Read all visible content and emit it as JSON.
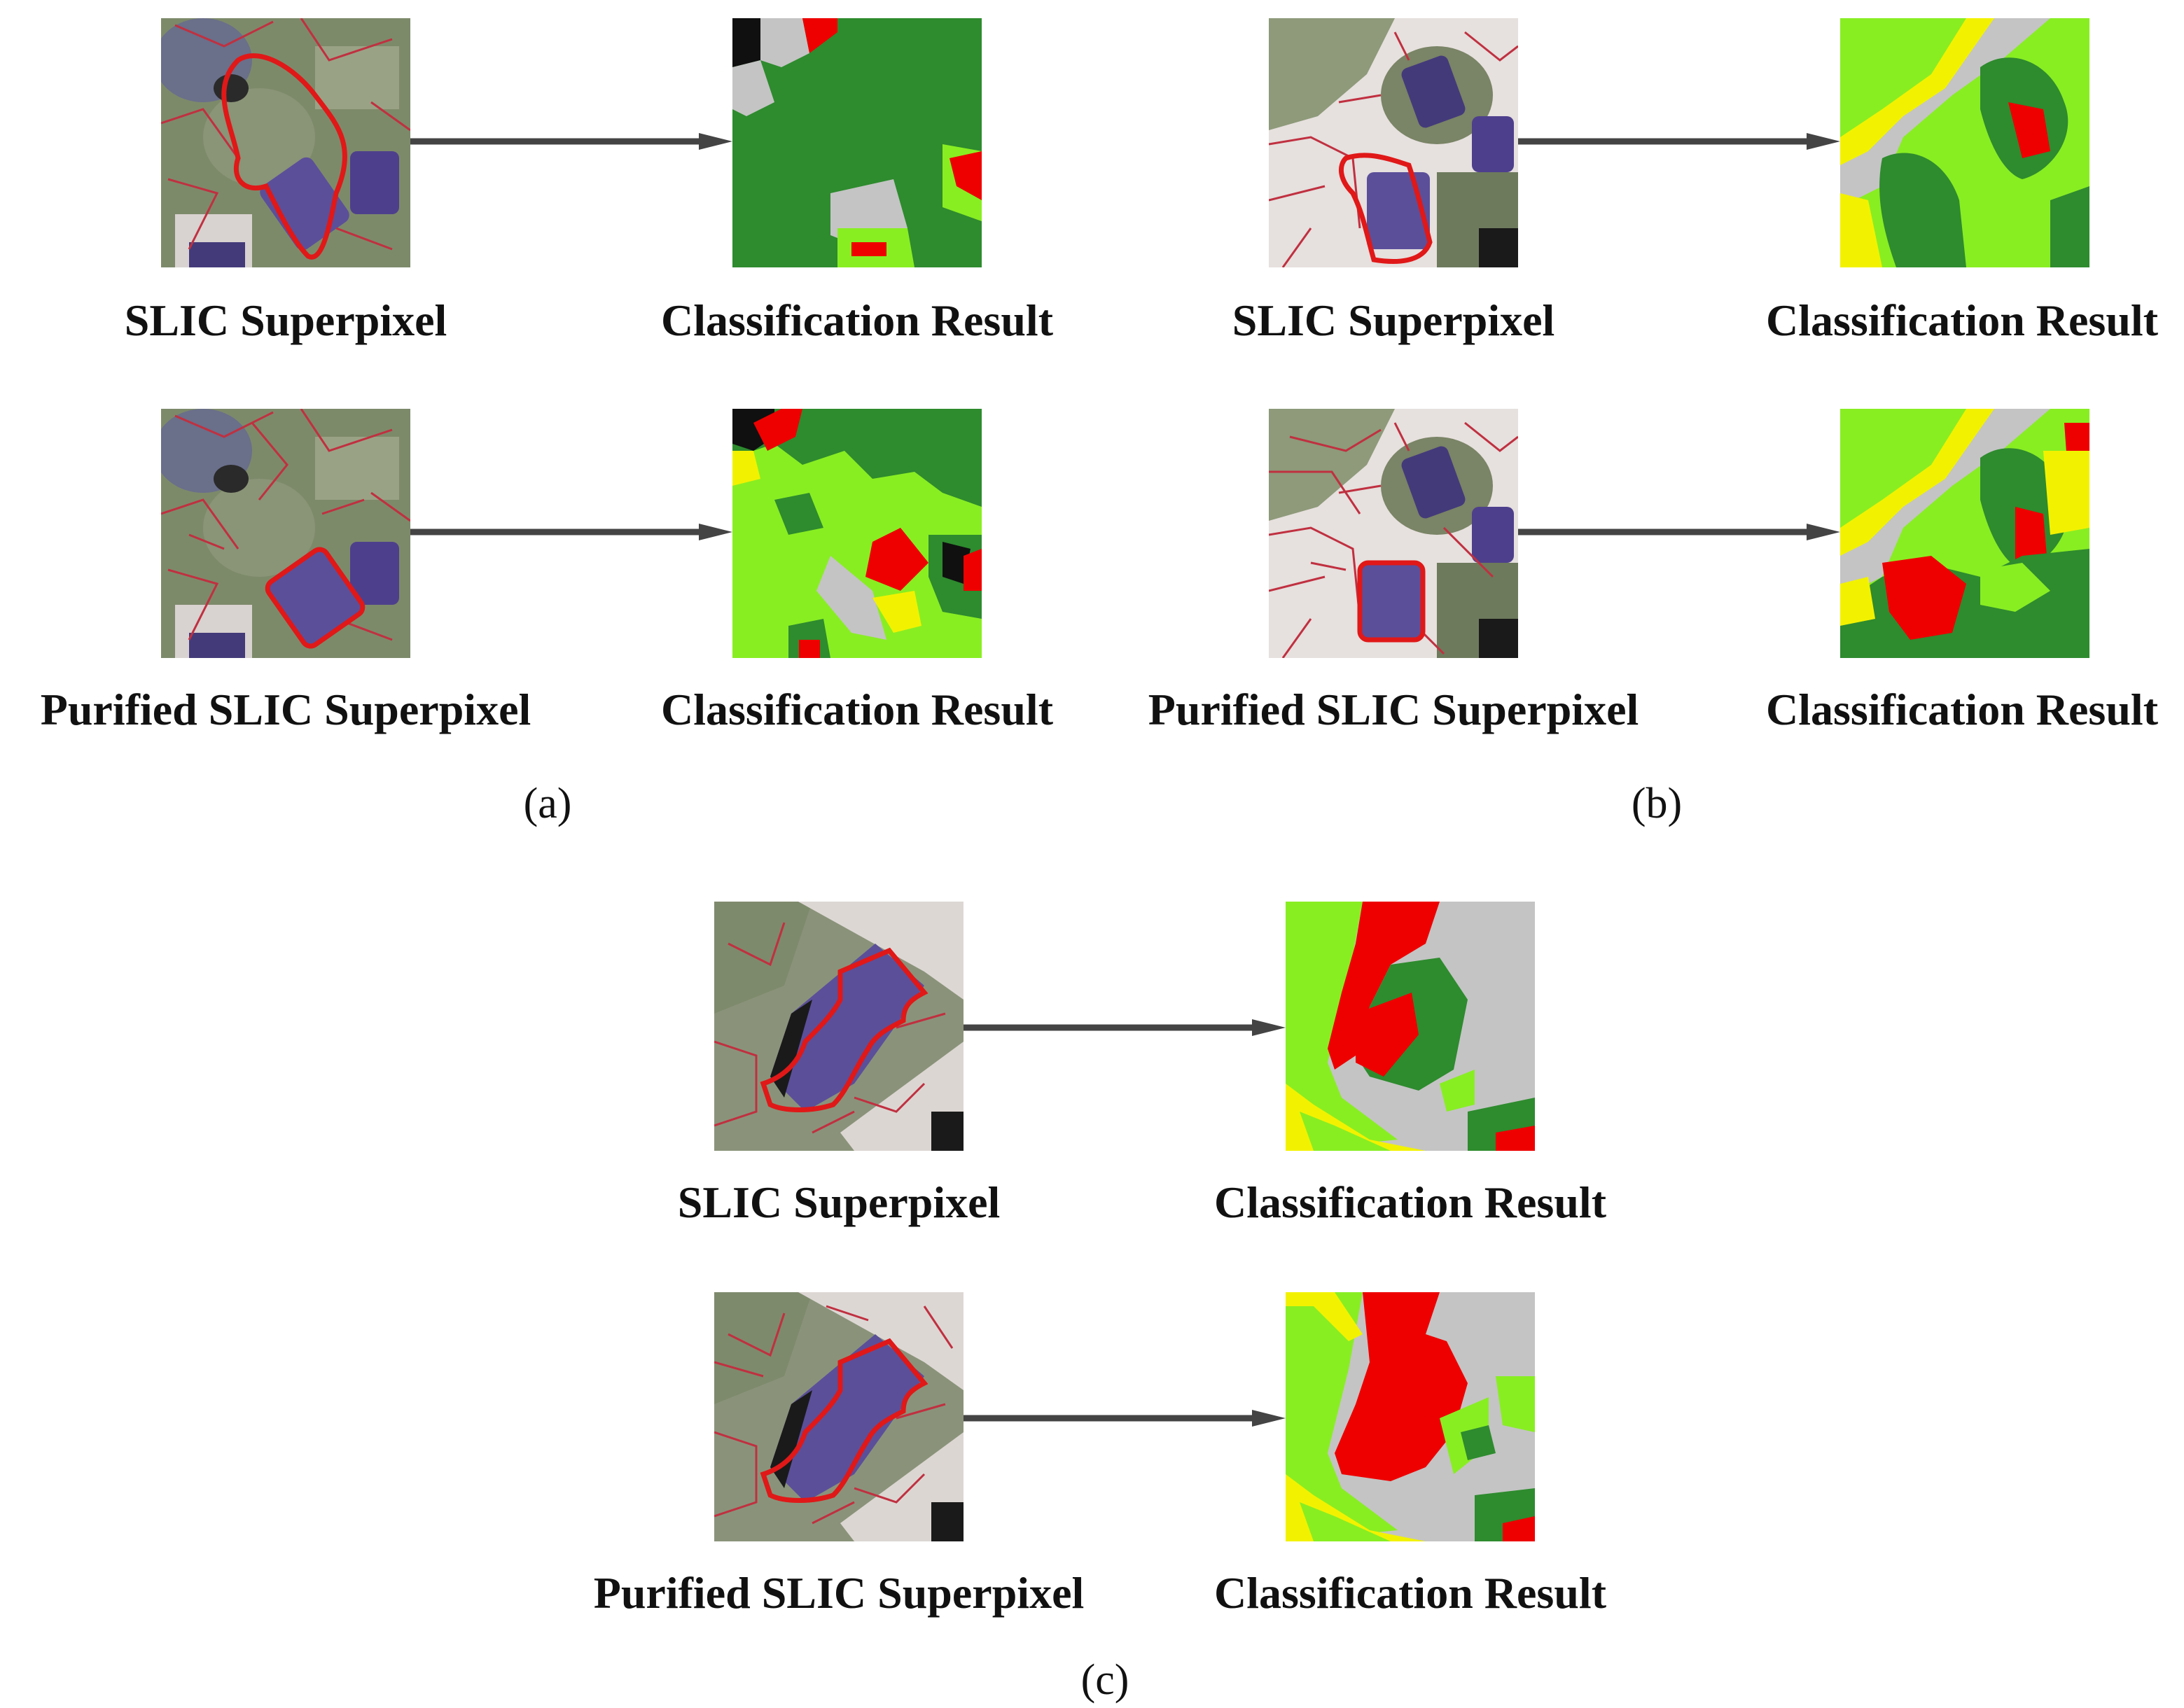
{
  "captions": {
    "a_top_left": "SLIC Superpixel",
    "a_top_right": "Classification Result",
    "a_bottom_left": "Purified SLIC Superpixel",
    "a_bottom_right": "Classification Result",
    "b_top_left": "SLIC Superpixel",
    "b_top_right": "Classification Result",
    "b_bottom_left": "Purified SLIC Superpixel",
    "b_bottom_right": "Classification Result",
    "c_top_left": "SLIC Superpixel",
    "c_top_right": "Classification Result",
    "c_bottom_left": "Purified SLIC Superpixel",
    "c_bottom_right": "Classification Result"
  },
  "panel_labels": {
    "a": "(a)",
    "b": "(b)",
    "c": "(c)"
  },
  "colors": {
    "class_dark_green": "#2e8b2e",
    "class_light_green": "#88ee22",
    "class_yellow": "#f2f200",
    "class_red": "#ee0000",
    "class_gray": "#c4c4c4",
    "class_black": "#101010",
    "superpixel_boundary": "#e01818",
    "arrow": "#444444"
  }
}
